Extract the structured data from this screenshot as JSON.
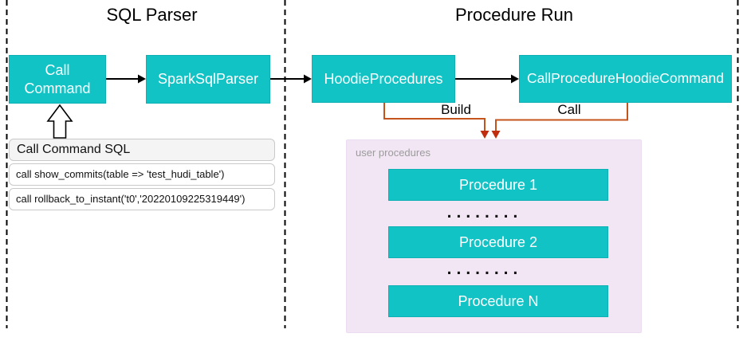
{
  "diagram": {
    "sections": [
      {
        "title": "SQL Parser"
      },
      {
        "title": "Procedure Run"
      }
    ],
    "nodes": {
      "call_command": "Call Command",
      "spark_sql_parser": "SparkSqlParser",
      "hoodie_procedures": "HoodieProcedures",
      "call_procedure_hoodie_command": "CallProcedureHoodieCommand"
    },
    "edge_labels": {
      "build": "Build",
      "call": "Call"
    },
    "sql_panel": {
      "title": "Call Command SQL",
      "rows": [
        "call show_commits(table => 'test_hudi_table')",
        "call rollback_to_instant('t0','20220109225319449')"
      ]
    },
    "user_procedures": {
      "label": "user procedures",
      "items": [
        "Procedure 1",
        "Procedure 2",
        "Procedure N"
      ],
      "dots": "........"
    },
    "colors": {
      "node_fill": "#11C3C5",
      "node_text": "#ffffff",
      "container_fill": "#F2E6F5",
      "flow_line_orange": "#C4541C",
      "flow_arrow_red": "#C02E0F",
      "muted_label": "#9b9b9b",
      "line_black": "#000000"
    }
  }
}
